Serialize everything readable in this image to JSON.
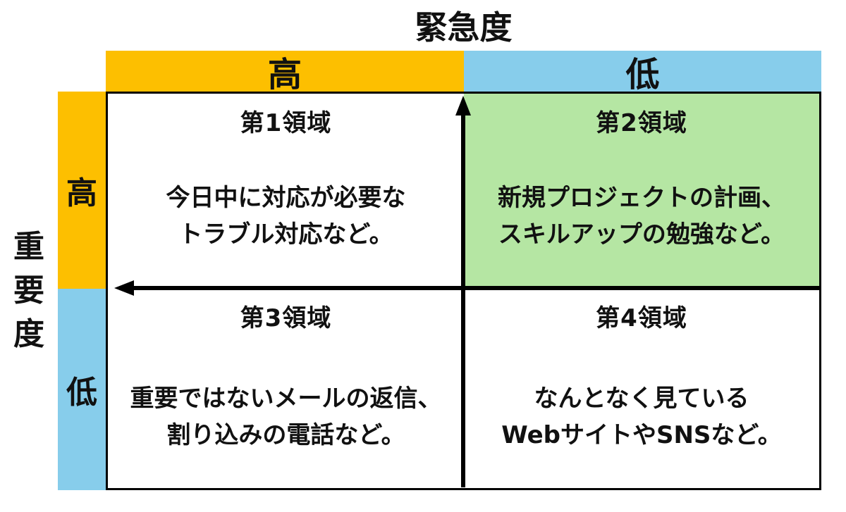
{
  "colors": {
    "high": "#FDBF00",
    "low": "#87CDEB",
    "highlight": "#B5E6A3",
    "border": "#000000",
    "text": "#111111"
  },
  "axes": {
    "urgency": {
      "title": "緊急度",
      "high": "高",
      "low": "低"
    },
    "importance": {
      "title": "重要度",
      "high": "高",
      "low": "低"
    }
  },
  "quadrants": [
    {
      "title": "第1領域",
      "lines": [
        "今日中に対応が必要な",
        "トラブル対応など。"
      ],
      "highlighted": false
    },
    {
      "title": "第2領域",
      "lines": [
        "新規プロジェクトの計画、",
        "スキルアップの勉強など。"
      ],
      "highlighted": true
    },
    {
      "title": "第3領域",
      "lines": [
        "重要ではないメールの返信、",
        "割り込みの電話など。"
      ],
      "highlighted": false
    },
    {
      "title": "第4領域",
      "lines": [
        "なんとなく見ている",
        "WebサイトやSNSなど。"
      ],
      "highlighted": false
    }
  ]
}
